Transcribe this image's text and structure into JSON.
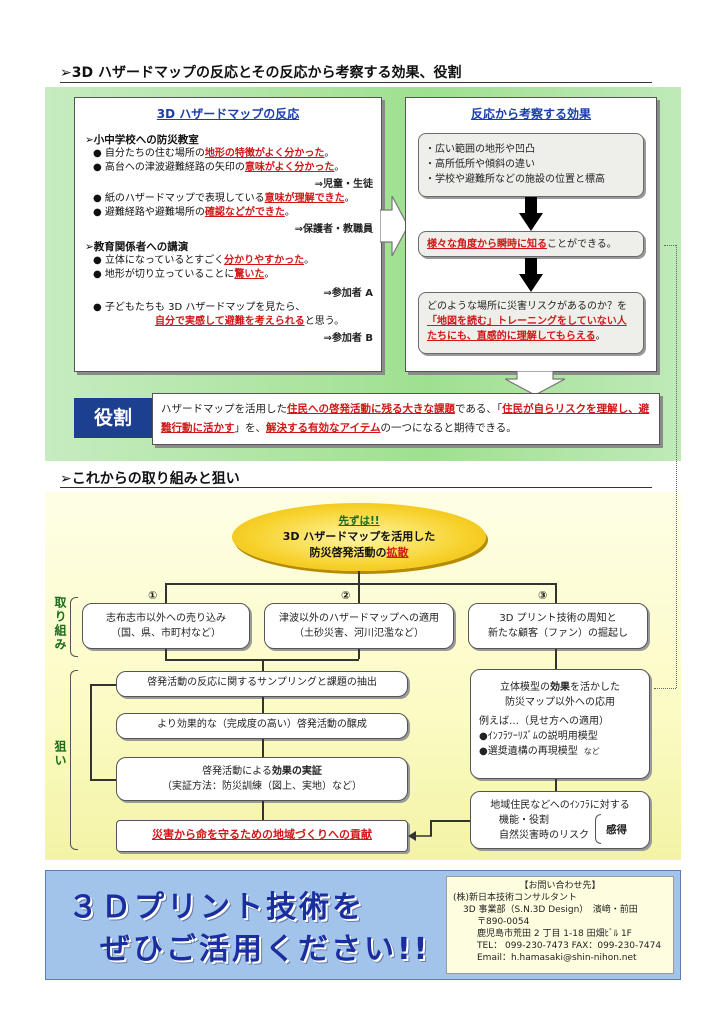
{
  "section1": {
    "title": "➢3D ハザードマップの反応とその反応から考察する効果、役割"
  },
  "left_panel": {
    "title": "3D ハザードマップの反応",
    "group1_heading": "➢小中学校への防災教室",
    "g1b1_pre": "● 自分たちの住む場所の",
    "g1b1_red": "地形の特徴がよく分かった",
    "g1b1_post": "。",
    "g1b2_pre": "● 高台への津波避難経路の矢印の",
    "g1b2_red": "意味がよく分かった",
    "g1b2_post": "。",
    "g1_source": "⇒児童・生徒",
    "g1b3_pre": "● 紙のハザードマップで表現している",
    "g1b3_red": "意味が理解できた",
    "g1b3_post": "。",
    "g1b4_pre": "● 避難経路や避難場所の",
    "g1b4_red": "確認などができた",
    "g1b4_post": "。",
    "g1_source2": "⇒保護者・教職員",
    "group2_heading": "➢教育関係者への講演",
    "g2b1_pre": "● 立体になっているとすごく",
    "g2b1_red": "分かりやすかった",
    "g2b1_post": "。",
    "g2b2_pre": "● 地形が切り立っていることに",
    "g2b2_red": "驚いた",
    "g2b2_post": "。",
    "g2_source": "⇒参加者 A",
    "g2b3_line1": "● 子どもたちも 3D ハザードマップを見たら、",
    "g2b3_red": "自分で実感して避難を考えられる",
    "g2b3_post": "と思う。",
    "g2_source2": "⇒参加者 B"
  },
  "right_panel": {
    "title": "反応から考察する効果",
    "box1_lines": [
      "・広い範囲の地形や凹凸",
      "・高所低所や傾斜の違い",
      "・学校や避難所などの施設の位置と標高"
    ],
    "box2_red": "様々な角度から瞬時に知る",
    "box2_post": "ことができる。",
    "box3_line1": "どのような場所に災害リスクがあるのか？を",
    "box3_red1": "「地図を読む」トレーニングをしていない人",
    "box3_red2": "たちにも、直感的に理解してもらえる",
    "box3_post": "。"
  },
  "role": {
    "label": "役割",
    "t1": "ハザードマップを活用した",
    "t2": "住民への啓発活動に残る大きな課題",
    "t3": "である、「",
    "t4": "住民が自らリスク",
    "t5": "を理解し、避難行動に活かす",
    "t6": "」を、",
    "t7": "解決する有効なアイテム",
    "t8": "の一つになると期待できる。"
  },
  "section2": {
    "title": "➢これからの取り組みと狙い"
  },
  "ellipse": {
    "line1": "先ずは!!",
    "line2": "3D ハザードマップを活用した",
    "line3_pre": "防災啓発活動の",
    "line3_red": "拡散"
  },
  "side_labels": {
    "torikumi": "取り組み",
    "nerai": "狙い"
  },
  "numbers": [
    "①",
    "②",
    "③"
  ],
  "torikumi_boxes": [
    {
      "line1": "志布志市以外への売り込み",
      "line2": "（国、県、市町村など）"
    },
    {
      "line1": "津波以外のハザードマップへの適用",
      "line2": "（土砂災害、河川氾濫など）"
    },
    {
      "line1": "3D プリント技術の周知と",
      "line2": "新たな顧客（ファン）の掘起し"
    }
  ],
  "nerai_left": {
    "box1": "啓発活動の反応に関するサンプリングと課題の抽出",
    "box2": "より効果的な（完成度の高い）啓発活動の醸成",
    "box3_pre": "啓発活動による",
    "box3_bold": "効果の実証",
    "box3_line2": "（実証方法：防災訓練（図上、実地）など）",
    "box4": "災害から命を守るための地域づくりへの貢献"
  },
  "nerai_right": {
    "b1_pre": "立体模型の",
    "b1_bold": "効果",
    "b1_post": "を活かした",
    "b1_line2": "防災マップ以外への応用",
    "b1_line3": "例えば…（見せ方への適用）",
    "b1_bullet1": "●ｲﾝﾌﾗﾂｰﾘｽﾞﾑの説明用模型",
    "b1_bullet2": "●選奨遺構の再現模型",
    "b1_bullet2_small": "など",
    "b2_line1": "地域住民などへのｲﾝﾌﾗに対する",
    "b2_line2": "機能・役割",
    "b2_line3": "自然災害時のリスク",
    "b2_label": "感得"
  },
  "footer": {
    "big_line1": "３Ｄプリント技術を",
    "big_line2": "ぜひご活用ください!!",
    "contact_heading": "【お問い合わせ先】",
    "contact_company": "(株)新日本技術コンサルタント",
    "contact_dept": "3D 事業部（S.N.3D Design）　濱﨑・前田",
    "contact_zip": "〒890-0054",
    "contact_addr": "鹿児島市荒田 2 丁目 1-18 田畑ﾋﾞﾙ 1F",
    "contact_tel": "TEL： 099-230-7473  FAX：099-230-7474",
    "contact_email": "Email：h.hamasaki@shin-nihon.net"
  },
  "colors": {
    "accent_red": "#d01818",
    "heading_blue": "#1a3fa6",
    "role_blue": "#1c3f90",
    "green_bg": "#a8e39a",
    "yellow_bg": "#fbfbc4",
    "footer_blue": "#a2c4ea"
  }
}
